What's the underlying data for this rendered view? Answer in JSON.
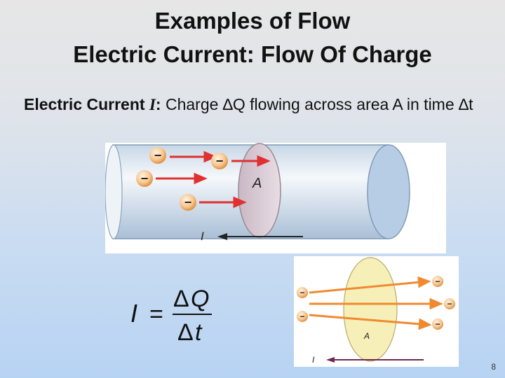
{
  "slide": {
    "title_line1": "Examples of Flow",
    "title_line2": "Electric Current: Flow Of Charge",
    "body_bold": "Electric Current",
    "body_var": "I",
    "body_colon": ":",
    "body_text1": " Charge ",
    "body_delta": "∆",
    "body_text2": "Q flowing across area A in time ",
    "body_delta2": "∆",
    "body_text3": "t",
    "page_number": "8"
  },
  "figure1": {
    "area_label": "A",
    "current_label": "I",
    "charge_symbol": "−"
  },
  "figure2": {
    "area_label": "A",
    "current_label": "I",
    "charge_symbol": "−"
  },
  "formula": {
    "lhs": "I",
    "equals": "=",
    "numerator_delta": "∆",
    "numerator_var": "Q",
    "denominator_delta": "∆",
    "denominator_var": "t"
  },
  "colors": {
    "negative_charge": "#f0a050",
    "red_arrow": "#e03030",
    "orange_arrow": "#f08a30",
    "current_arrow": "#702850",
    "area_fill": "#f6efb8",
    "tube_fill": "#dfe9f3"
  }
}
